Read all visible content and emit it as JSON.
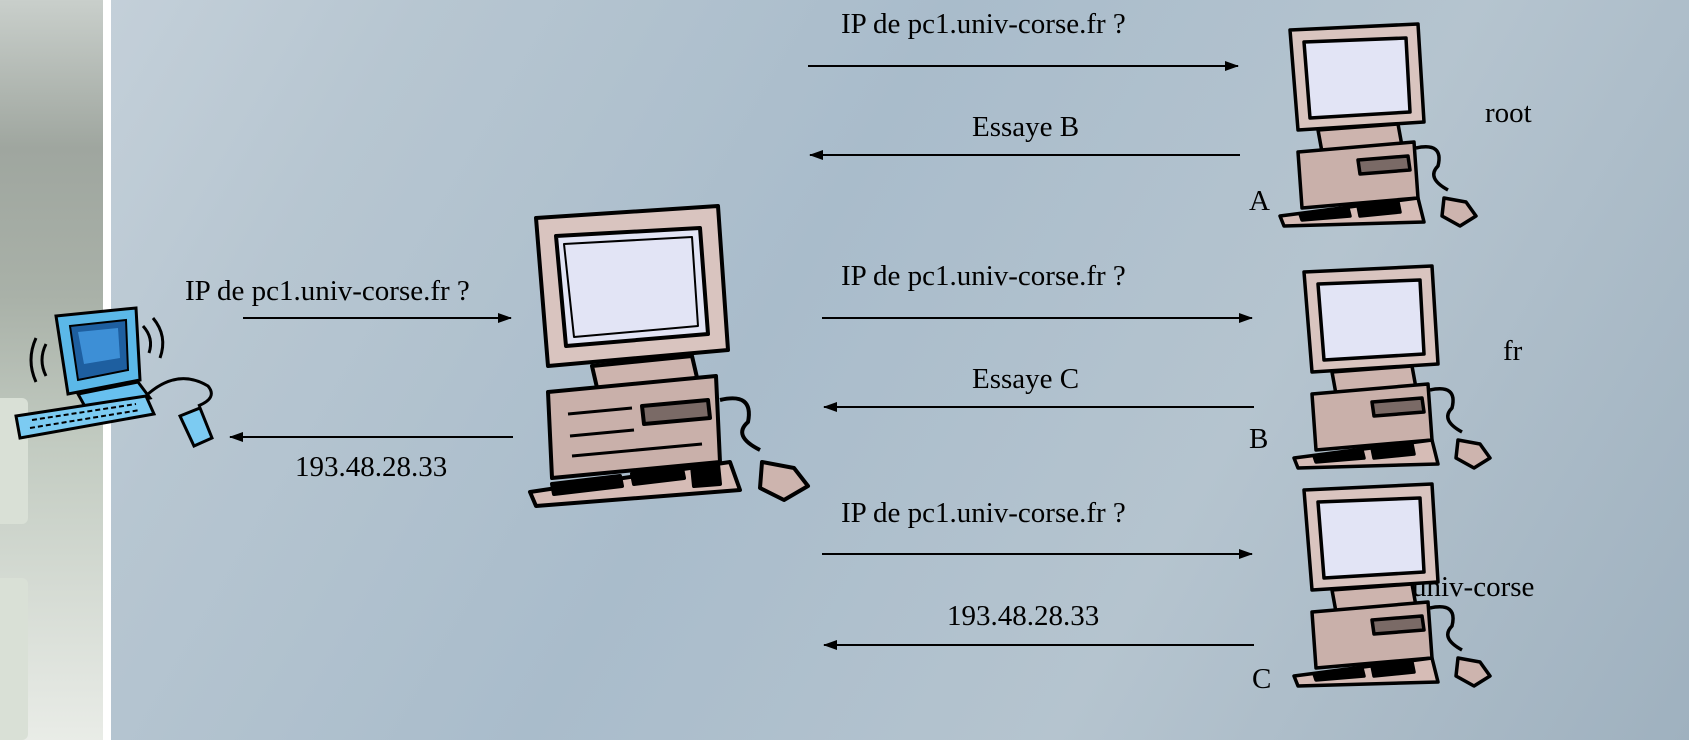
{
  "messages": {
    "q_to_root": "IP de pc1.univ-corse.fr ?",
    "resp_root": "Essaye B",
    "q_to_fr": "IP de pc1.univ-corse.fr ?",
    "resp_fr": "Essaye C",
    "q_to_univ": "IP de pc1.univ-corse.fr ?",
    "resp_univ": "193.48.28.33",
    "q_client": "IP de pc1.univ-corse.fr ?",
    "resp_client": "193.48.28.33"
  },
  "servers": {
    "a": {
      "letter": "A",
      "zone": "root"
    },
    "b": {
      "letter": "B",
      "zone": "fr"
    },
    "c": {
      "letter": "C",
      "zone": "univ-corse"
    }
  }
}
